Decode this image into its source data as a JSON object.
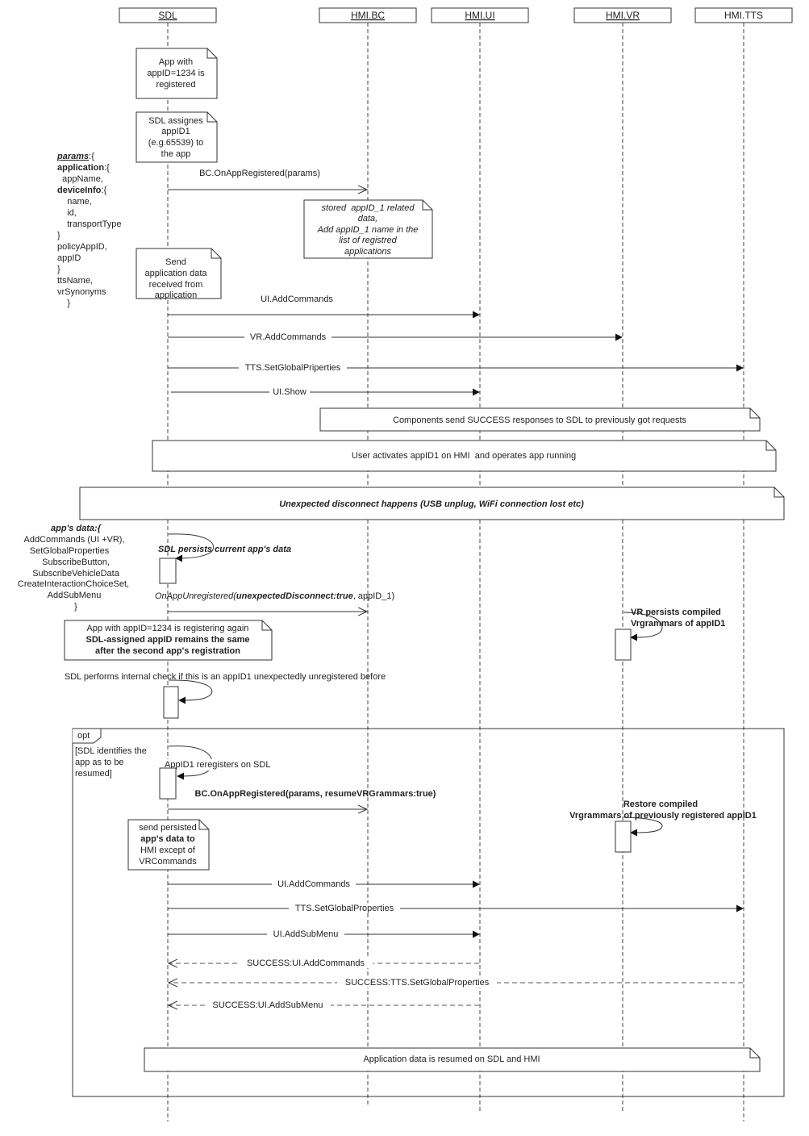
{
  "participants": [
    {
      "id": "sdl",
      "label": "SDL"
    },
    {
      "id": "bc",
      "label": "HMI.BC"
    },
    {
      "id": "ui",
      "label": "HMI.UI"
    },
    {
      "id": "vr",
      "label": "HMI.VR"
    },
    {
      "id": "tts",
      "label": "HMI.TTS"
    }
  ],
  "notes": {
    "registered": [
      "App with",
      "appID=1234 is",
      "registered"
    ],
    "assigns": [
      "SDL assignes",
      "appID1",
      "(e.g.65539) to",
      "the app"
    ],
    "stored": [
      "stored  appID_1 related",
      "data,",
      "Add appID_1 name in the",
      "list of registred",
      "applications"
    ],
    "send_data": [
      "Send",
      "application data",
      "received from",
      "application"
    ],
    "components_success": "Components send SUCCESS responses to SDL to previously got requests",
    "user_activates": "User activates appID1 on HMI  and operates app running",
    "disconnect": "Unexpected disconnect happens (USB unplug, WiFi connection lost etc)",
    "reregistering": [
      "App with appID=1234 is registering again",
      "SDL-assigned appID remains the same",
      "after the second app's registration"
    ],
    "send_persisted": [
      "send persisted",
      "app's data to",
      "HMI except of",
      "VRCommands"
    ],
    "resumed": "Application data is resumed on SDL and HMI"
  },
  "side_params": {
    "title": "params",
    "brace": ":{",
    "lines": [
      {
        "bold": "application",
        "rest": ":{"
      },
      {
        "bold": "",
        "rest": "  appName,"
      },
      {
        "bold": "deviceInfo",
        "rest": ":{"
      },
      {
        "bold": "",
        "rest": "    name,"
      },
      {
        "bold": "",
        "rest": "    id,"
      },
      {
        "bold": "",
        "rest": "    transportType"
      },
      {
        "bold": "",
        "rest": "}"
      },
      {
        "bold": "",
        "rest": "policyAppID,"
      },
      {
        "bold": "",
        "rest": "appID"
      },
      {
        "bold": "",
        "rest": "}"
      },
      {
        "bold": "",
        "rest": "ttsName,"
      },
      {
        "bold": "",
        "rest": "vrSynonyms"
      },
      {
        "bold": "",
        "rest": "    }"
      }
    ]
  },
  "side_appdata": {
    "title": "app's data:{",
    "lines": [
      "AddCommands (UI +VR),",
      "SetGlobalProperties",
      "SubscribeButton,",
      "SubscribeVehicleData",
      "CreateInteractionChoiceSet,",
      "AddSubMenu",
      "}"
    ]
  },
  "messages": {
    "bc_registered": "BC.OnAppRegistered(params)",
    "ui_addcommands": "UI.AddCommands",
    "vr_addcommands": "VR.AddCommands",
    "tts_setglobal": "TTS.SetGlobalPriperties",
    "ui_show": "UI.Show",
    "persist_self": "SDL persists current app's data",
    "unregistered_a": "OnAppUnregistered(",
    "unregistered_b": "unexpectedDisconnect:true",
    "unregistered_c": ", appID_1)",
    "vr_persists": [
      "VR persists compiled",
      "Vrgrammars of appID1"
    ],
    "internal_check": "SDL performs internal check if this is an appID1 unexpectedly unregistered before",
    "rereg_self": "AppID1 reregisters on SDL",
    "bc_resume": "BC.OnAppRegistered(params, resumeVRGrammars:true)",
    "restore": [
      "Restore compiled",
      "Vrgrammars of previously registered appID1"
    ],
    "ui_addcommands2": "UI.AddCommands",
    "tts_setglobal2": "TTS.SetGlobalProperties",
    "ui_addsubmenu": "UI.AddSubMenu",
    "resp_addcommands": "SUCCESS:UI.AddCommands",
    "resp_setglobal": "SUCCESS:TTS.SetGlobalProperties",
    "resp_addsubmenu": "SUCCESS:UI.AddSubMenu"
  },
  "opt": {
    "label": "opt",
    "guard": [
      "[SDL identifies the",
      "app as to be",
      "resumed]"
    ]
  }
}
